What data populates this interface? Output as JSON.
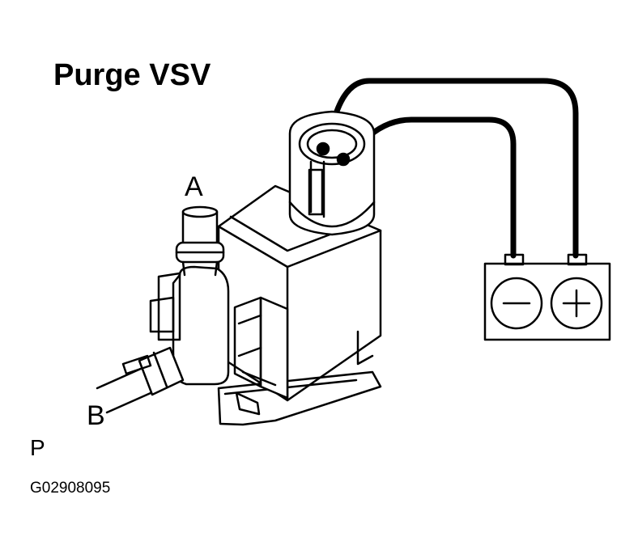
{
  "title": "Purge VSV",
  "ports": {
    "a": "A",
    "b": "B"
  },
  "corner_mark": "P",
  "figure_id": "G02908095",
  "battery": {
    "negative": "−",
    "positive": "+"
  },
  "colors": {
    "ink": "#000000",
    "background": "#ffffff"
  }
}
